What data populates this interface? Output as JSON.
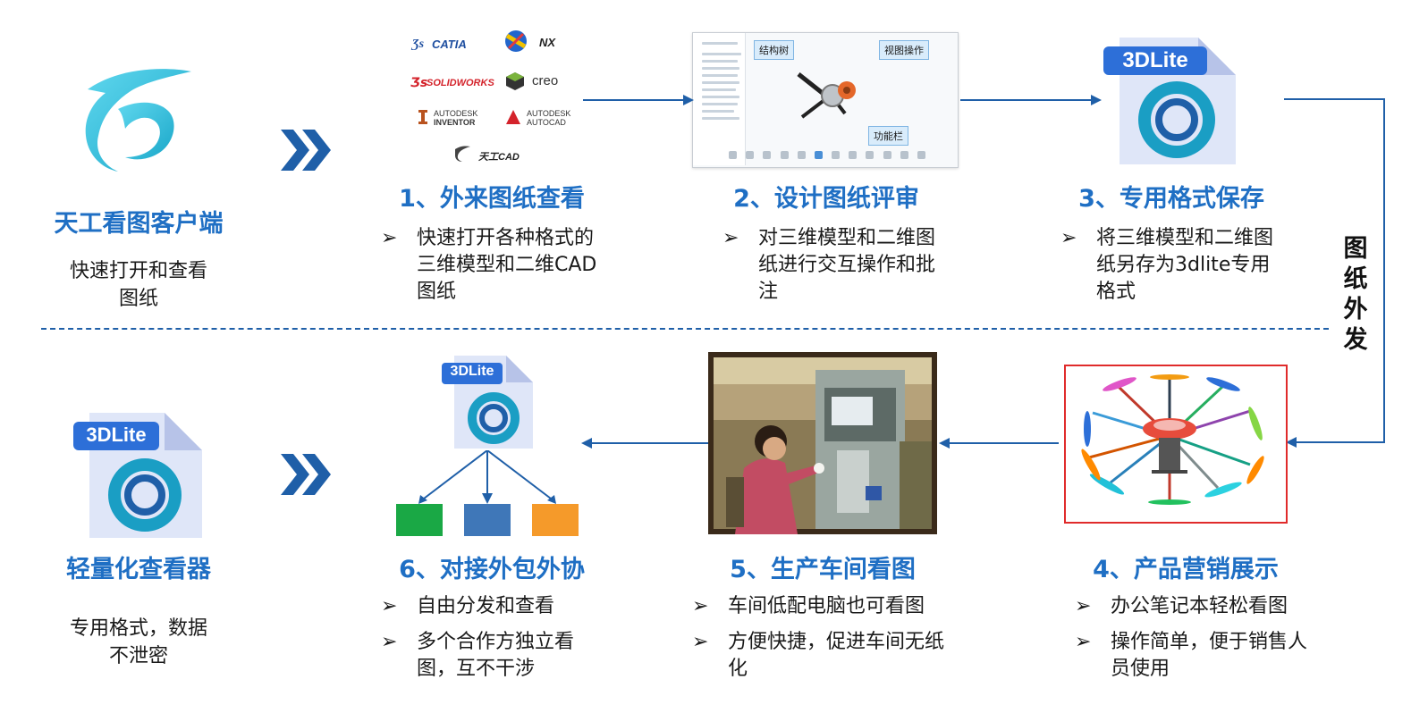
{
  "colors": {
    "title": "#1f6fc4",
    "arrow": "#1f5fa8",
    "chevron": "#1f5fa8",
    "tile_green": "#1aa845",
    "tile_blue": "#3f77b8",
    "tile_orange": "#f59a2a",
    "frame_red": "#e02b2b"
  },
  "left_top": {
    "logo_icon": "tiangong-logo-icon",
    "title": "天工看图客户端",
    "desc_line1": "快速打开和查看",
    "desc_line2": "图纸"
  },
  "left_bottom": {
    "logo_icon": "3dlite-file-icon",
    "title": "轻量化查看器",
    "desc_line1": "专用格式，数据",
    "desc_line2": "不泄密"
  },
  "logos": {
    "catia": "CATIA",
    "nx": "NX",
    "solidworks": "SOLIDWORKS",
    "creo": "creo",
    "inventor_line1": "AUTODESK",
    "inventor_line2": "INVENTOR",
    "autocad_line1": "AUTODESK",
    "autocad_line2": "AUTOCAD",
    "tgcad": "天工CAD"
  },
  "screenshot": {
    "callout_tree": "结构树",
    "callout_view": "视图操作",
    "callout_func": "功能栏"
  },
  "file_badge": "3DLite",
  "side_label": [
    "图",
    "纸",
    "外",
    "发"
  ],
  "steps": [
    {
      "title": "1、外来图纸查看",
      "bullets": [
        "快速打开各种格式的三维模型和二维CAD图纸"
      ]
    },
    {
      "title": "2、设计图纸评审",
      "bullets": [
        "对三维模型和二维图纸进行交互操作和批注"
      ]
    },
    {
      "title": "3、专用格式保存",
      "bullets": [
        "将三维模型和二维图纸另存为3dlite专用格式"
      ]
    },
    {
      "title": "4、产品营销展示",
      "bullets": [
        "办公笔记本轻松看图",
        "操作简单，便于销售人员使用"
      ]
    },
    {
      "title": "5、生产车间看图",
      "bullets": [
        "车间低配电脑也可看图",
        "方便快捷，促进车间无纸化"
      ]
    },
    {
      "title": "6、对接外包外协",
      "bullets": [
        "自由分发和查看",
        "多个合作方独立看图，互不干涉"
      ]
    }
  ],
  "bullet_mark": "➢"
}
